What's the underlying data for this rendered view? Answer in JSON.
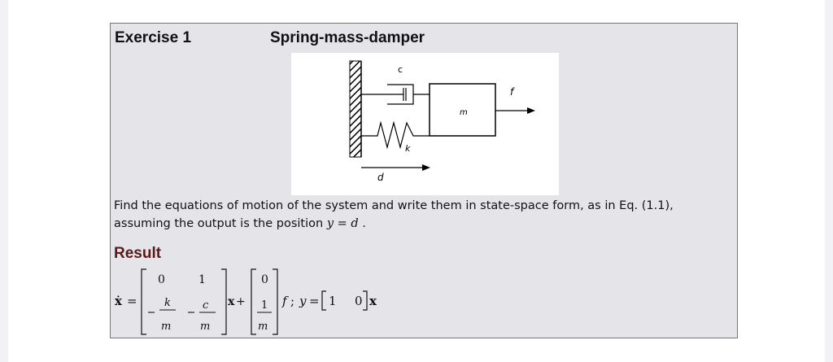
{
  "exercise": {
    "title": "Exercise 1",
    "subtitle": "Spring-mass-damper"
  },
  "figure": {
    "damper_label": "c",
    "mass_label": "m",
    "force_label": "f",
    "spring_label": "k",
    "displacement_label": "d"
  },
  "problem": {
    "line1": "Find the equations of motion of the system and write them in state-space form, as in Eq. (1.1),",
    "line2_prefix": "assuming the output is the position ",
    "line2_math": "y = d",
    "line2_suffix": " ."
  },
  "result": {
    "label": "Result",
    "xdot": "ẋ",
    "equals": "=",
    "A_r1c1": "0",
    "A_r1c2": "1",
    "A_r2c1_num": "k",
    "A_r2c1_den": "m",
    "A_r2c2_num": "c",
    "A_r2c2_den": "m",
    "x_bold": "x",
    "plus": "+",
    "B_r1": "0",
    "B_r2_num": "1",
    "B_r2_den": "m",
    "f_var": "f",
    "semicolon": ";",
    "y_var": "y",
    "C_r1": "1",
    "C_r2": "0"
  }
}
